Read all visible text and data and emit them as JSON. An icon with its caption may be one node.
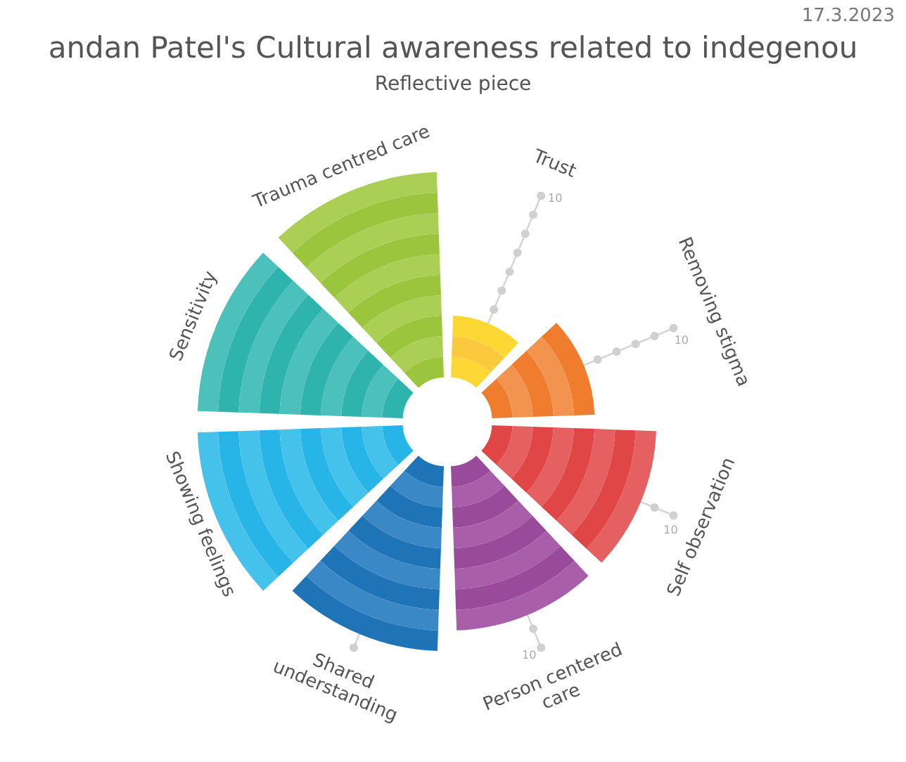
{
  "diagram": {
    "title": "andan Patel's Cultural awareness related to indegenou",
    "labels": [
      "17.3.2023",
      "Reflective piece",
      "Trust",
      "10",
      "Removing stigma",
      "10",
      "Self observation",
      "10",
      "Person centered care",
      "10",
      "Shared understanding",
      "Showing feelings",
      "Sensitivity",
      "Trauma centred care"
    ]
  }
}
